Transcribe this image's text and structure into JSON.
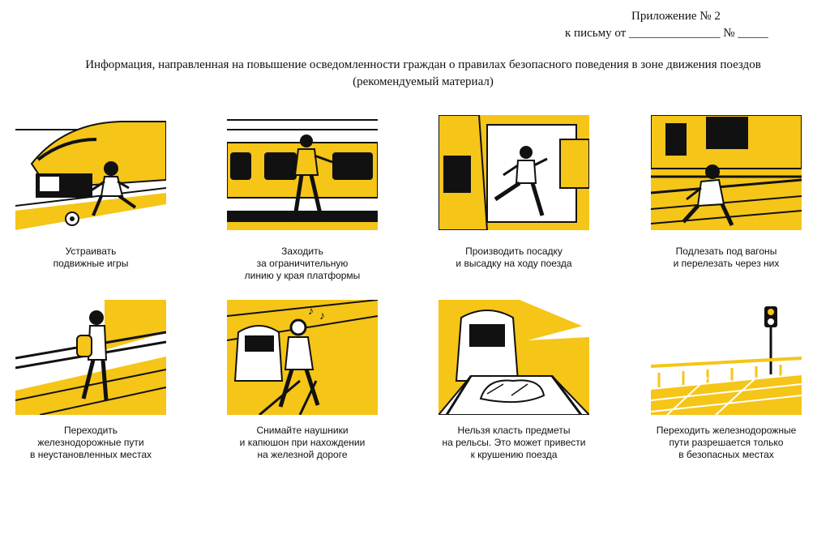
{
  "header": {
    "appendix_line": "Приложение № 2",
    "letter_line": "к письму от _______________ № _____",
    "title": "Информация, направленная на повышение осведомленности граждан о правилах безопасного поведения в зоне движения поездов",
    "subtitle": "(рекомендуемый материал)"
  },
  "colors": {
    "accent": "#F5C518",
    "ink": "#111111",
    "paper": "#FFFFFF"
  },
  "cards": [
    {
      "lines": [
        "Устраивать",
        "подвижные игры"
      ],
      "icon": "children-playing-icon"
    },
    {
      "lines": [
        "Заходить",
        "за ограничительную",
        "линию у края платформы"
      ],
      "icon": "platform-edge-icon"
    },
    {
      "lines": [
        "Производить посадку",
        "и высадку на ходу поезда"
      ],
      "icon": "jumping-from-train-icon"
    },
    {
      "lines": [
        "Подлезать под вагоны",
        "и перелезать через них"
      ],
      "icon": "crawling-under-wagon-icon"
    },
    {
      "lines": [
        "Переходить",
        "железнодорожные пути",
        "в неустановленных местах"
      ],
      "icon": "crossing-tracks-icon"
    },
    {
      "lines": [
        "Снимайте наушники",
        "и капюшон при нахождении",
        "на железной дороге"
      ],
      "icon": "headphones-hood-icon"
    },
    {
      "lines": [
        "Нельзя класть предметы",
        "на рельсы. Это может привести",
        "к крушению поезда"
      ],
      "icon": "objects-on-rails-icon"
    },
    {
      "lines": [
        "Переходить железнодорожные",
        "пути разрешается только",
        "в безопасных местах"
      ],
      "icon": "safe-crossing-icon"
    }
  ]
}
